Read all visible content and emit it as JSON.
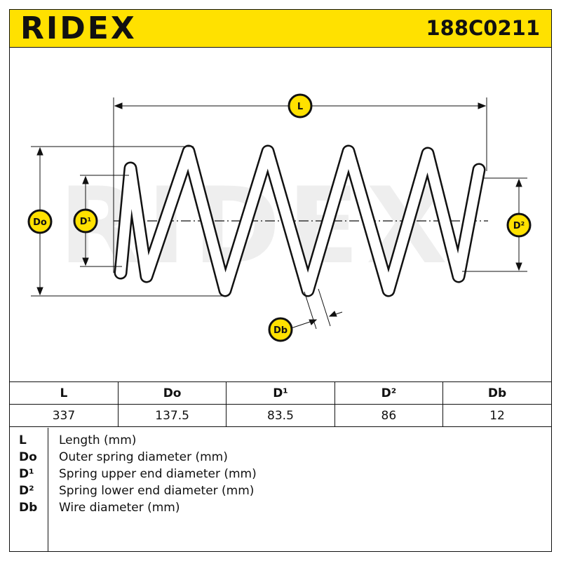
{
  "brand": "RIDEX",
  "part_number": "188C0211",
  "watermark": "RIDEX",
  "colors": {
    "accent": "#ffe100",
    "line": "#111111",
    "watermark": "#eeeeee"
  },
  "dimension_labels": {
    "L": "L",
    "Do": "Do",
    "D1": "D¹",
    "D2": "D²",
    "Db": "Db"
  },
  "table": {
    "headers": [
      "L",
      "Do",
      "D¹",
      "D²",
      "Db"
    ],
    "values": [
      "337",
      "137.5",
      "83.5",
      "86",
      "12"
    ]
  },
  "legend": [
    {
      "symbol": "L",
      "description": "Length (mm)"
    },
    {
      "symbol": "Do",
      "description": "Outer spring diameter (mm)"
    },
    {
      "symbol": "D¹",
      "description": "Spring upper end diameter (mm)"
    },
    {
      "symbol": "D²",
      "description": "Spring lower end diameter (mm)"
    },
    {
      "symbol": "Db",
      "description": "Wire diameter (mm)"
    }
  ]
}
